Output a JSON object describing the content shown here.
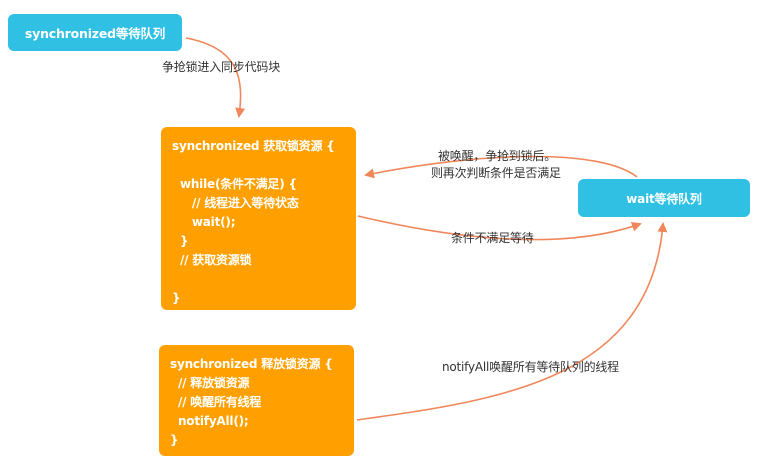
{
  "nodes": {
    "sync_queue": "synchronized等待队列",
    "wait_queue": "wait等待队列",
    "acquire_block": {
      "lines": [
        "synchronized 获取锁资源 {",
        "",
        "  while(条件不满足) {",
        "     // 线程进入等待状态",
        "     wait();",
        "  }",
        "  // 获取资源锁",
        "",
        "}"
      ]
    },
    "release_block": {
      "lines": [
        "synchronized 释放锁资源 {",
        "  // 释放锁资源",
        "  // 唤醒所有线程",
        "  notifyAll();",
        "}"
      ]
    }
  },
  "edges": {
    "compete_enter": "争抢锁进入同步代码块",
    "woken_line1": "被唤醒，争抢到锁后。",
    "woken_line2": "则再次判断条件是否满足",
    "condition_wait": "条件不满足等待",
    "notify_all": "notifyAll唤醒所有等待队列的线程"
  },
  "colors": {
    "blue_node": "#2fc0e4",
    "orange_node": "#ffa000",
    "arrow": "#f0875a"
  }
}
